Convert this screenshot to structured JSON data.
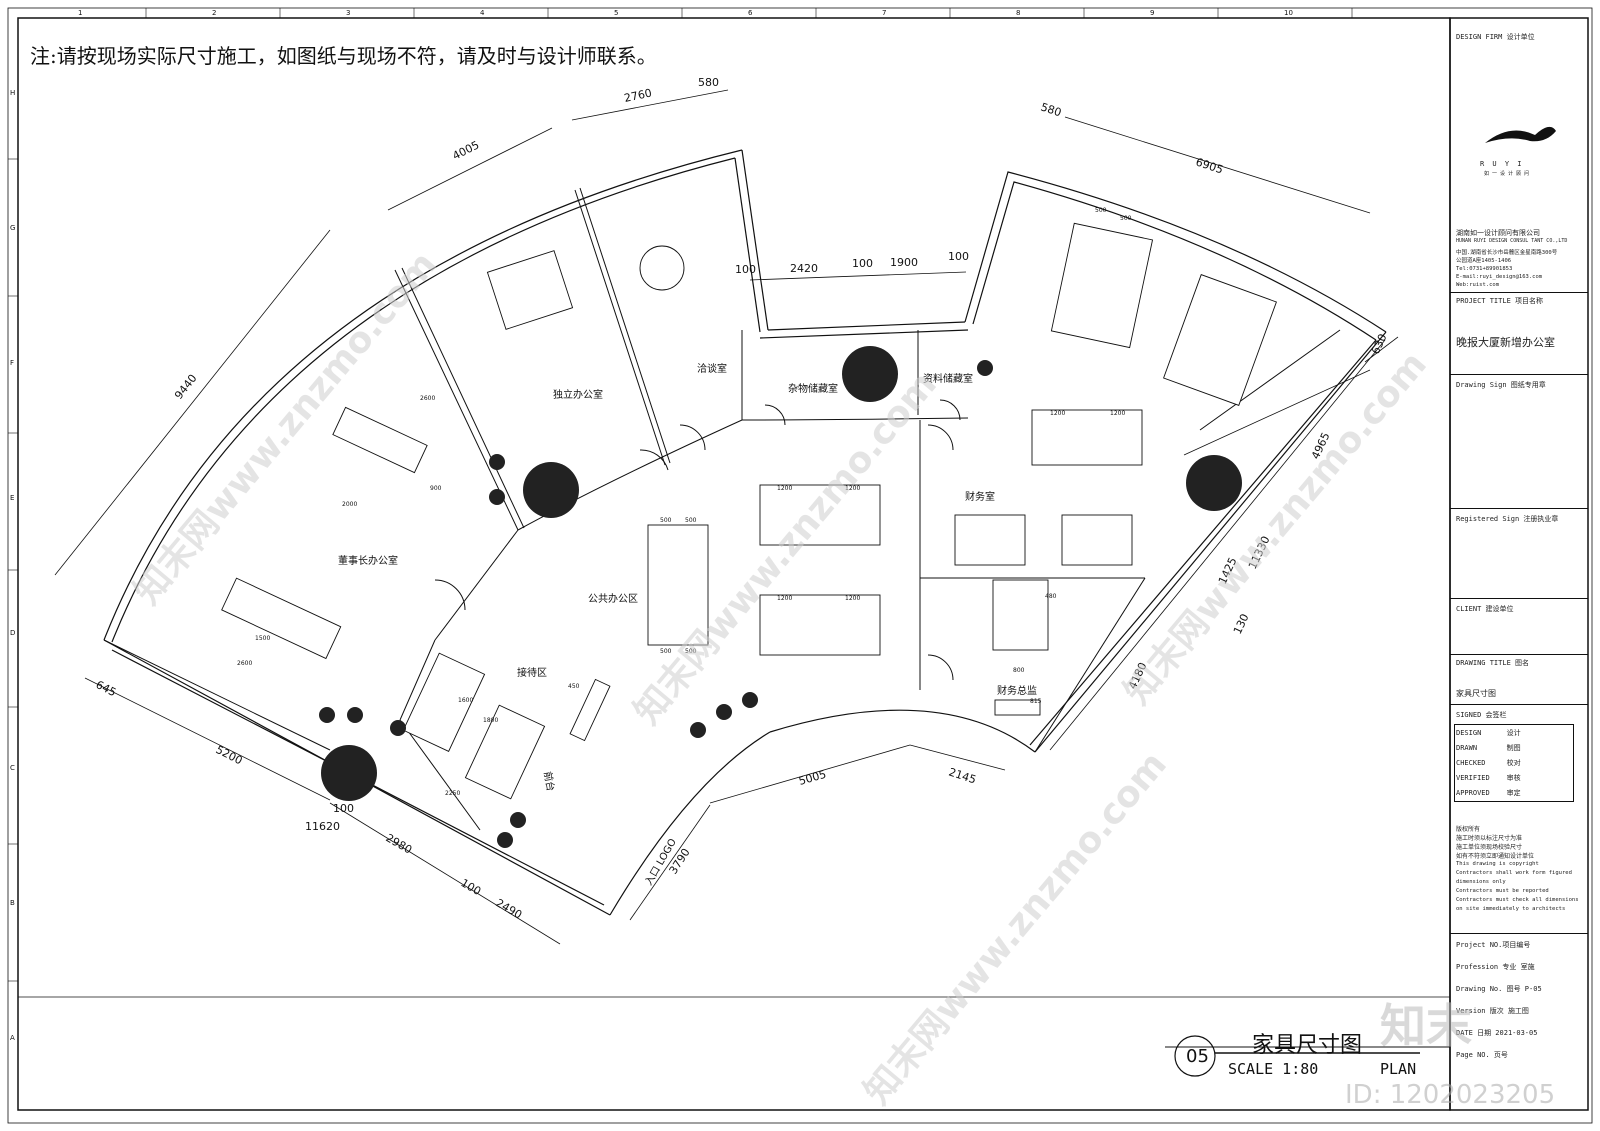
{
  "note": "注:请按现场实际尺寸施工，如图纸与现场不符，请及时与设计师联系。",
  "grid_top": [
    "1",
    "2",
    "3",
    "4",
    "5",
    "6",
    "7",
    "8",
    "9",
    "10"
  ],
  "grid_side": [
    "H",
    "G",
    "F",
    "E",
    "D",
    "C",
    "B",
    "A"
  ],
  "rooms": {
    "chairman": "董事长办公室",
    "private_office": "独立办公室",
    "meeting": "洽谈室",
    "storage_misc": "杂物储藏室",
    "storage_docs": "资料储藏室",
    "finance": "财务室",
    "finance_director": "财务总监",
    "public_office": "公共办公区",
    "reception": "接待区",
    "reception_desk": "前台",
    "entrance": "入口 LOGO"
  },
  "dims": {
    "d4005": "4005",
    "d2760": "2760",
    "d580a": "580",
    "d9440": "9440",
    "d100a": "100",
    "d2420": "2420",
    "d100b": "100",
    "d1900": "1900",
    "d100c": "100",
    "d580b": "580",
    "d6905": "6905",
    "d630": "630",
    "d4965": "4965",
    "d11330": "11330",
    "d1425": "1425",
    "d130": "130",
    "d4180": "4180",
    "d645": "645",
    "d5200": "5200",
    "d100d": "100",
    "d11620": "11620",
    "d2980": "2980",
    "d100e": "100",
    "d2490": "2490",
    "d5005": "5005",
    "d2145": "2145",
    "d3790": "3790"
  },
  "furniture_dims": {
    "w1200": "1200",
    "w500": "500",
    "w2000": "2000",
    "w900": "900",
    "w2600": "2600",
    "w1500": "1500",
    "w1800": "1800",
    "w800": "800",
    "w480": "480",
    "w815": "815",
    "w2250": "2250",
    "w1600": "1600",
    "w450": "450"
  },
  "title_block": {
    "design_firm": "DESIGN FIRM  设计单位",
    "logo_text": "R U Y I",
    "logo_sub": "如 一 设 计 顾 问",
    "company_cn": "湖南如一设计顾问有限公司",
    "company_en": "HUNAN RUYI DESIGN CONSUL TANT CO.,LTD",
    "address_1": "中国.湖南省长沙市岳麓区金星南路300号",
    "address_2": "公园道A座1405-1406",
    "tel": "Tel:0731+89901853",
    "email": "E-mail:ruyi_design@163.com",
    "web": "Web:ruist.com",
    "project_title_label": "PROJECT TITLE  项目名称",
    "project_title": "晚报大厦新增办公室",
    "drawing_sign_label": "Drawing Sign  图纸专用章",
    "registered_sign_label": "Registered Sign  注册执业章",
    "client_label": "CLIENT  建设单位",
    "drawing_title_label": "DRAWING TITLE  图名",
    "drawing_title": "家具尺寸图",
    "signed_label": "SIGNED   会签栏",
    "sign_rows": [
      {
        "en": "DESIGN",
        "cn": "设计"
      },
      {
        "en": "DRAWN",
        "cn": "制图"
      },
      {
        "en": "CHECKED",
        "cn": "校对"
      },
      {
        "en": "VERIFIED",
        "cn": "审核"
      },
      {
        "en": "APPROVED",
        "cn": "审定"
      }
    ],
    "copyright_lines": [
      "版权所有",
      "施工时须以标注尺寸为准",
      "施工单位须现场校验尺寸",
      "如有不符须立即通知设计单位",
      "This drawing is copyright",
      "Contractors shall work form figured",
      "dimensions only",
      "Contractors must be reported",
      "Contractors must check all dimensions",
      "on site immediately to architects"
    ],
    "info_rows": [
      {
        "label": "Project NO.项目编号",
        "value": ""
      },
      {
        "label": "Profession    专业",
        "value": "室施"
      },
      {
        "label": "Drawing No.   图号",
        "value": "P-05"
      },
      {
        "label": "Version       版次",
        "value": "施工图"
      },
      {
        "label": "DATE          日期",
        "value": "2021-03-05"
      },
      {
        "label": "Page NO.      页号",
        "value": ""
      }
    ]
  },
  "drawing_label": {
    "number": "05",
    "title": "家具尺寸图",
    "scale": "SCALE 1:80",
    "plan": "PLAN"
  },
  "watermark": {
    "site": "知末网www.znzmo.com",
    "brand": "知末",
    "id": "ID: 1202023205"
  }
}
